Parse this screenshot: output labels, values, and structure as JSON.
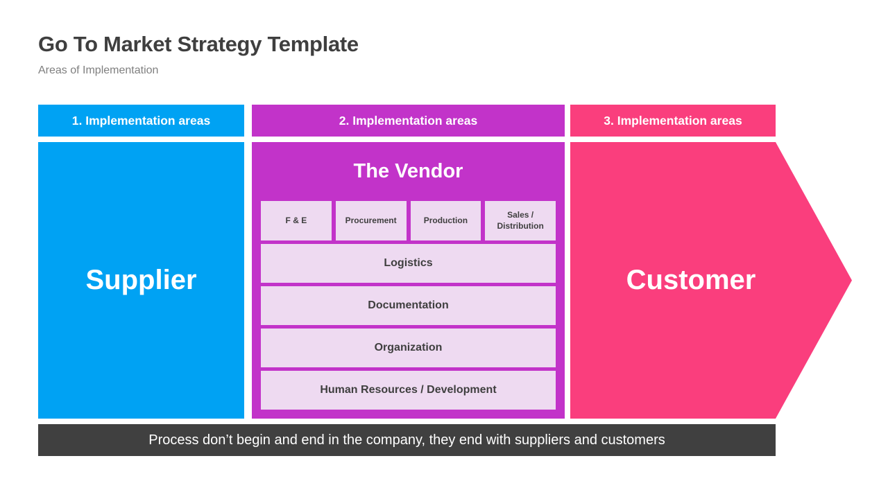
{
  "slide": {
    "title": "Go To Market Strategy Template",
    "subtitle": "Areas of Implementation"
  },
  "columns": {
    "supplier": {
      "header": "1. Implementation areas",
      "label": "Supplier"
    },
    "vendor": {
      "header": "2. Implementation areas",
      "title": "The Vendor",
      "departments": [
        "F & E",
        "Procurement",
        "Production",
        "Sales / Distribution"
      ],
      "areas": [
        "Logistics",
        "Documentation",
        "Organization",
        "Human Resources / Development"
      ]
    },
    "customer": {
      "header": "3. Implementation areas",
      "label": "Customer"
    }
  },
  "footer": {
    "note": "Process don’t begin and end in the company, they end with suppliers and customers"
  },
  "colors": {
    "supplier_blue": "#00A2F3",
    "vendor_magenta": "#C233C9",
    "customer_pink": "#FA3E7D",
    "department_lavender": "#EEDAF1",
    "footer_dark": "#404040",
    "title_text": "#3F3F3F",
    "subtitle_text": "#7F7F7F",
    "box_label_text": "#FFFFFF"
  }
}
